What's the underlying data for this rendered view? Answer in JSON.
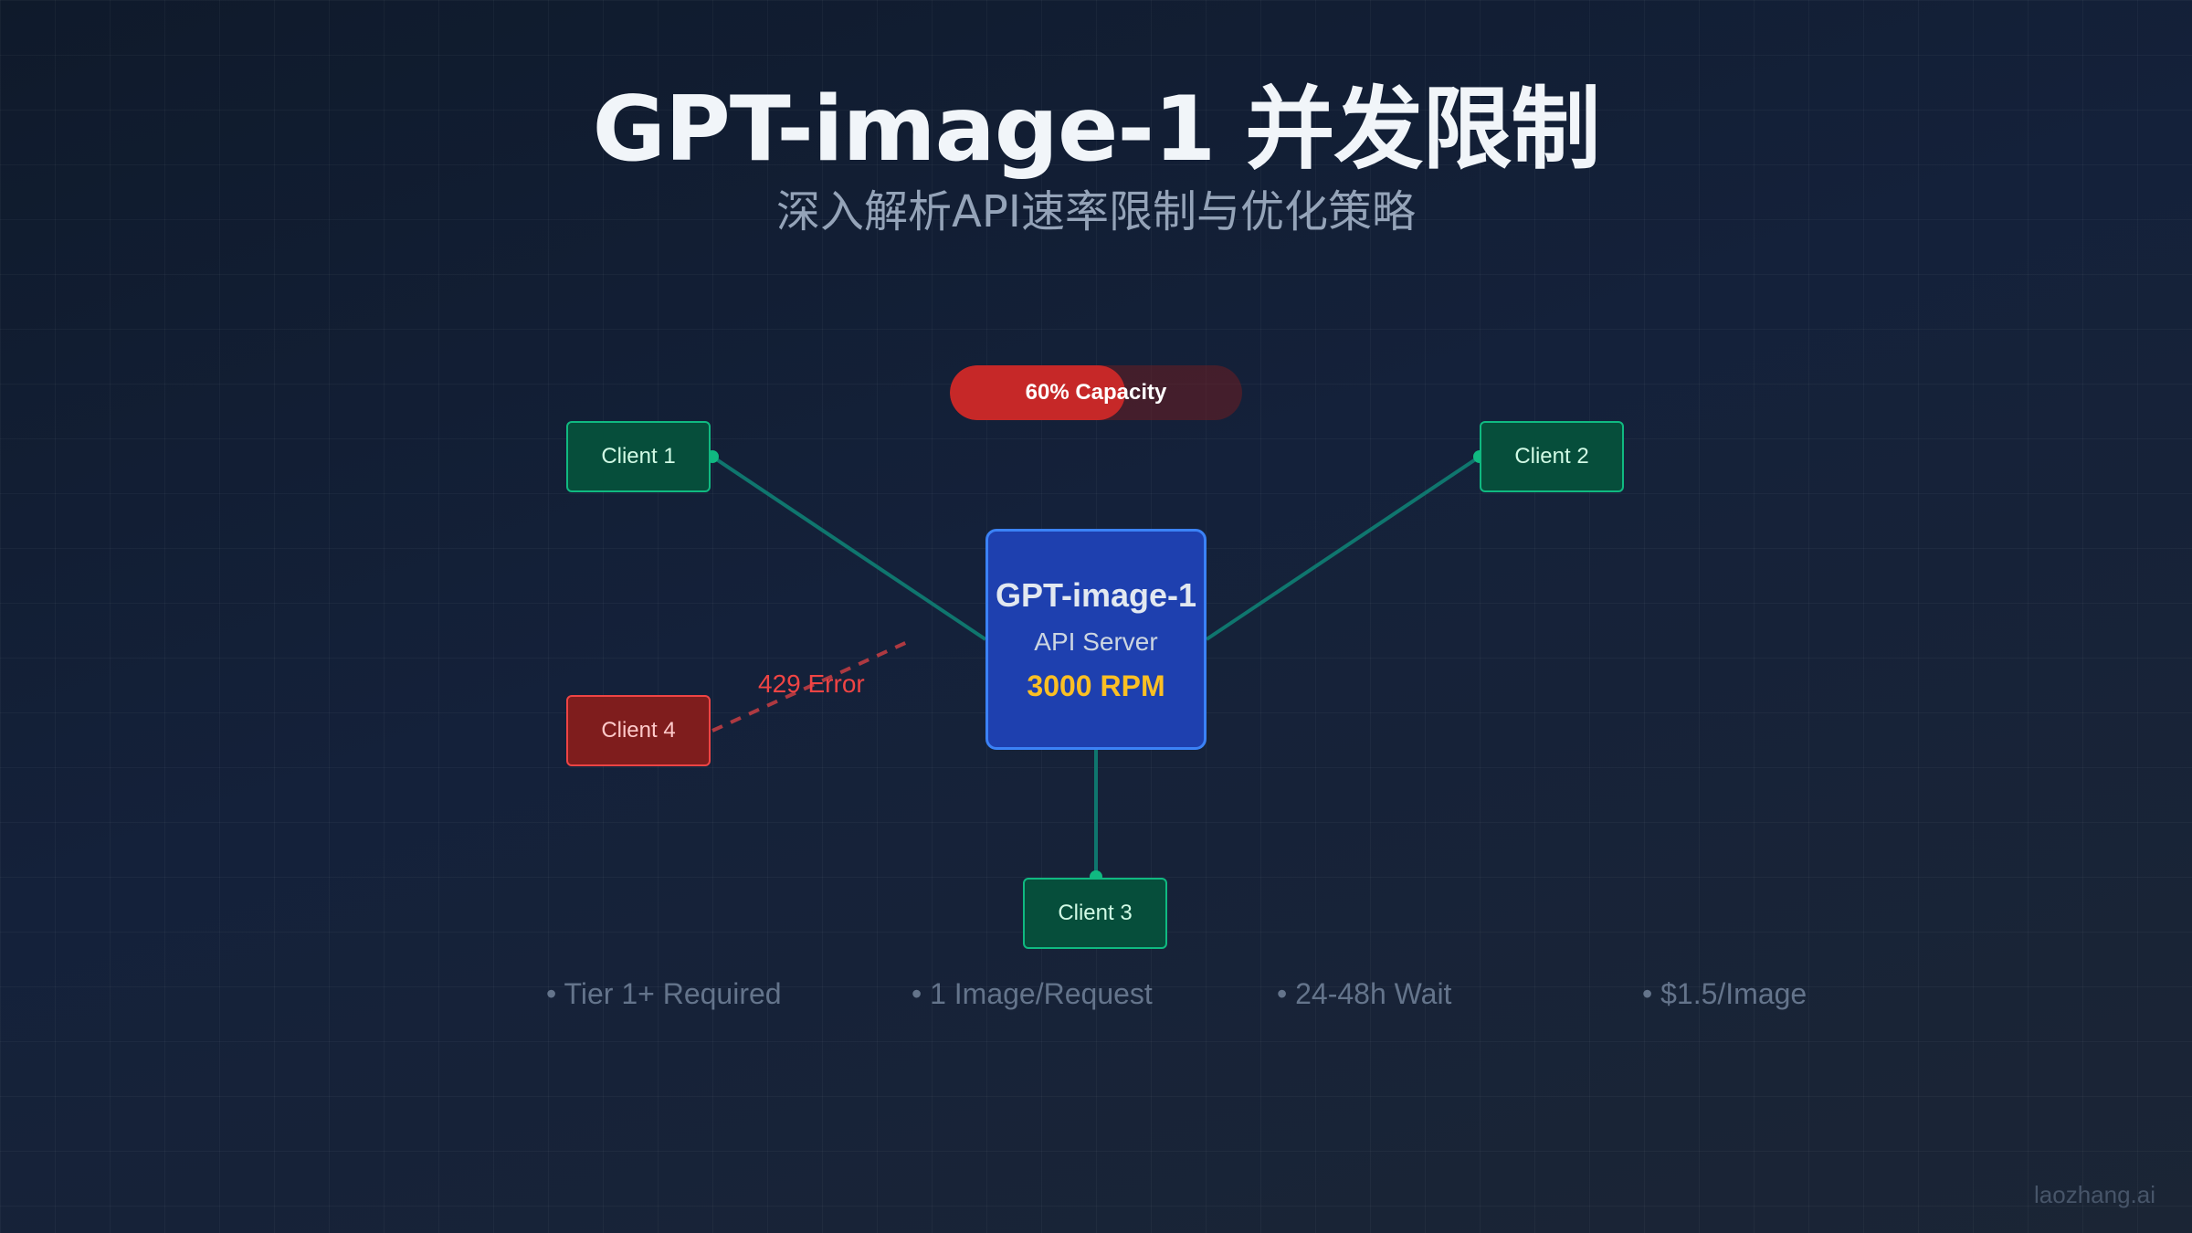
{
  "header": {
    "title": "GPT-image-1 并发限制",
    "subtitle": "深入解析API速率限制与优化策略"
  },
  "capacity": {
    "label": "60% Capacity",
    "percent": 60
  },
  "server": {
    "name": "GPT-image-1",
    "role": "API Server",
    "rpm": "3000 RPM"
  },
  "clients": [
    {
      "label": "Client 1",
      "status": "ok"
    },
    {
      "label": "Client 2",
      "status": "ok"
    },
    {
      "label": "Client 3",
      "status": "ok"
    },
    {
      "label": "Client 4",
      "status": "error"
    }
  ],
  "error_label": "429 Error",
  "facts": [
    "• Tier 1+ Required",
    "• 1 Image/Request",
    "• 24-48h Wait",
    "• $1.5/Image"
  ],
  "watermark": "laozhang.ai",
  "colors": {
    "ok_line": "#0f766e",
    "ok_dot": "#10b981",
    "error": "#ef4444",
    "server": "#1e40af",
    "rpm": "#fbbf24"
  }
}
